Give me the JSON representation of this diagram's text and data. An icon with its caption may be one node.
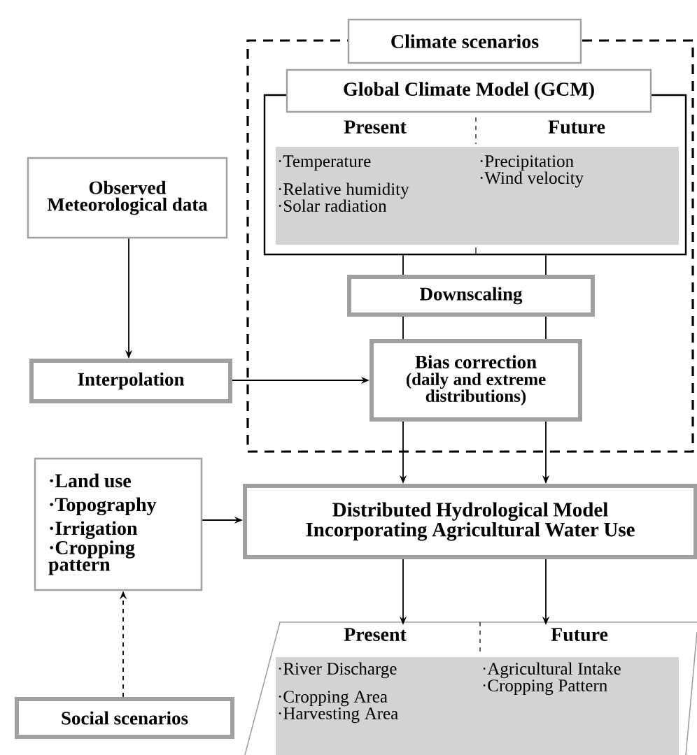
{
  "diagram": {
    "nodes": [
      {
        "text": [
          "Climate scenarios"
        ]
      },
      {
        "text": [
          "Global Climate Model (GCM)"
        ],
        "in": 0
      },
      {
        "text": [
          "Present",
          "·Temperature",
          "·Relative humidity",
          "·Solar radiation"
        ],
        "in": 1
      },
      {
        "text": [
          "Future",
          "·Precipitation",
          "·Wind velocity"
        ],
        "in": 1
      },
      {
        "text": [
          "Downscaling"
        ],
        "in": 0
      },
      {
        "text": [
          "Bias correction",
          "(daily and extreme distributions)"
        ],
        "in": 0
      },
      {
        "text": [
          "Observed Meteorological data"
        ]
      },
      {
        "text": [
          "Interpolation"
        ]
      },
      {
        "text": [
          "·Land use",
          "·Topography",
          "·Irrigation",
          "·Cropping pattern"
        ]
      },
      {
        "text": [
          "Distributed Hydrological Model Incorporating Agricultural Water Use"
        ]
      },
      {
        "text": [],
        "shape": "parallelogram"
      },
      {
        "text": [
          "Present",
          "·River Discharge",
          "·Cropping Area",
          "·Harvesting Area"
        ],
        "in": 10
      },
      {
        "text": [
          "Future",
          "·Agricultural Intake",
          "·Cropping Pattern"
        ],
        "in": 10
      },
      {
        "text": [
          "Social scenarios"
        ]
      }
    ],
    "edges": [
      {
        "from": 1,
        "to": 4,
        "arrow": "none"
      },
      {
        "from": 1,
        "to": 4,
        "arrow": "none"
      },
      {
        "from": 4,
        "to": 5,
        "arrow": "none"
      },
      {
        "from": 4,
        "to": 5,
        "arrow": "none"
      },
      {
        "from": 5,
        "to": 9,
        "arrow": "to"
      },
      {
        "from": 5,
        "to": 9,
        "arrow": "to"
      },
      {
        "from": 6,
        "to": 7,
        "arrow": "to"
      },
      {
        "from": 7,
        "to": 5,
        "arrow": "to"
      },
      {
        "from": 8,
        "to": 9,
        "arrow": "to"
      },
      {
        "from": 9,
        "to": 11,
        "arrow": "to"
      },
      {
        "from": 9,
        "to": 12,
        "arrow": "to"
      },
      {
        "from": 13,
        "to": 8,
        "arrow": "to",
        "style": "dashed"
      }
    ]
  }
}
